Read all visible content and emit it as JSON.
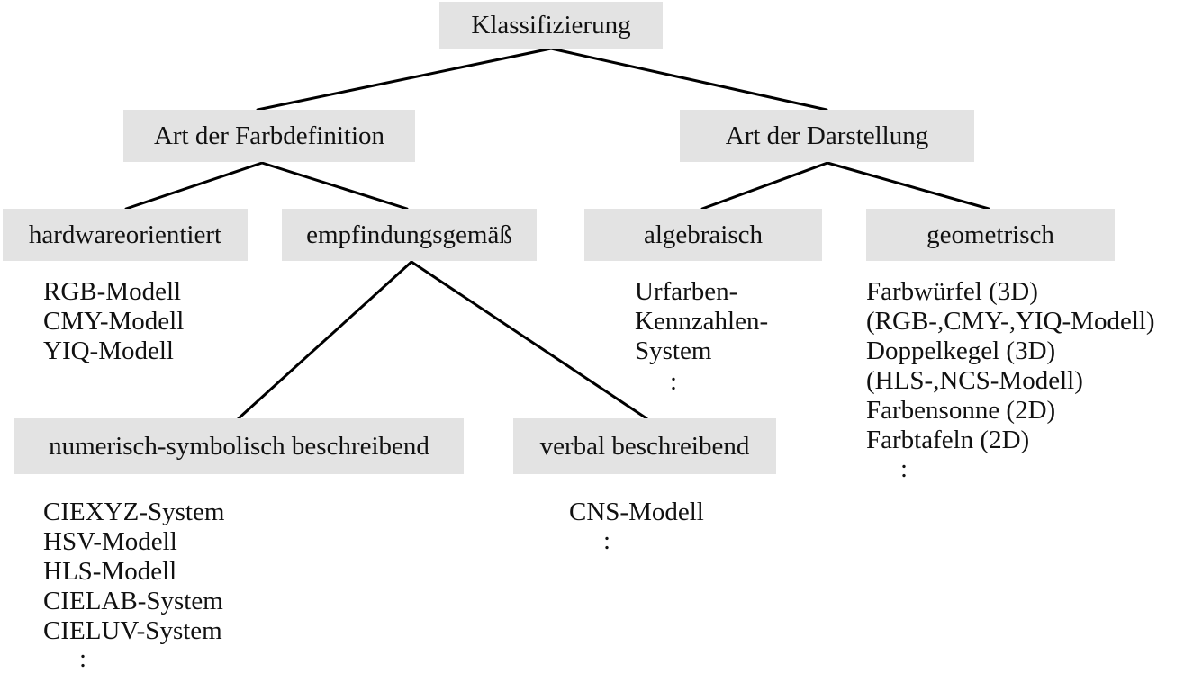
{
  "root": {
    "label": "Klassifizierung"
  },
  "farbdefinition": {
    "label": "Art der Farbdefinition",
    "hardware": {
      "label": "hardwareorientiert",
      "items": [
        "RGB-Modell",
        "CMY-Modell",
        "YIQ-Modell"
      ]
    },
    "empfindung": {
      "label": "empfindungsgemäß",
      "numerisch": {
        "label": "numerisch-symbolisch beschreibend",
        "items": [
          "CIEXYZ-System",
          "HSV-Modell",
          "HLS-Modell",
          "CIELAB-System",
          "CIELUV-System"
        ],
        "more": ":"
      },
      "verbal": {
        "label": "verbal beschreibend",
        "items": [
          "CNS-Modell"
        ],
        "more": ":"
      }
    }
  },
  "darstellung": {
    "label": "Art der Darstellung",
    "algebraisch": {
      "label": "algebraisch",
      "items": [
        "Urfarben-",
        "Kennzahlen-",
        "System"
      ],
      "more": ":"
    },
    "geometrisch": {
      "label": "geometrisch",
      "items": [
        "Farbwürfel  (3D)",
        "(RGB-,CMY-,YIQ-Modell)",
        "Doppelkegel (3D)",
        "(HLS-,NCS-Modell)",
        "Farbensonne (2D)",
        "Farbtafeln  (2D)"
      ],
      "more": ":"
    }
  },
  "colors": {
    "node_fill": "#e3e3e3",
    "edge": "#000000",
    "text": "#111111"
  }
}
